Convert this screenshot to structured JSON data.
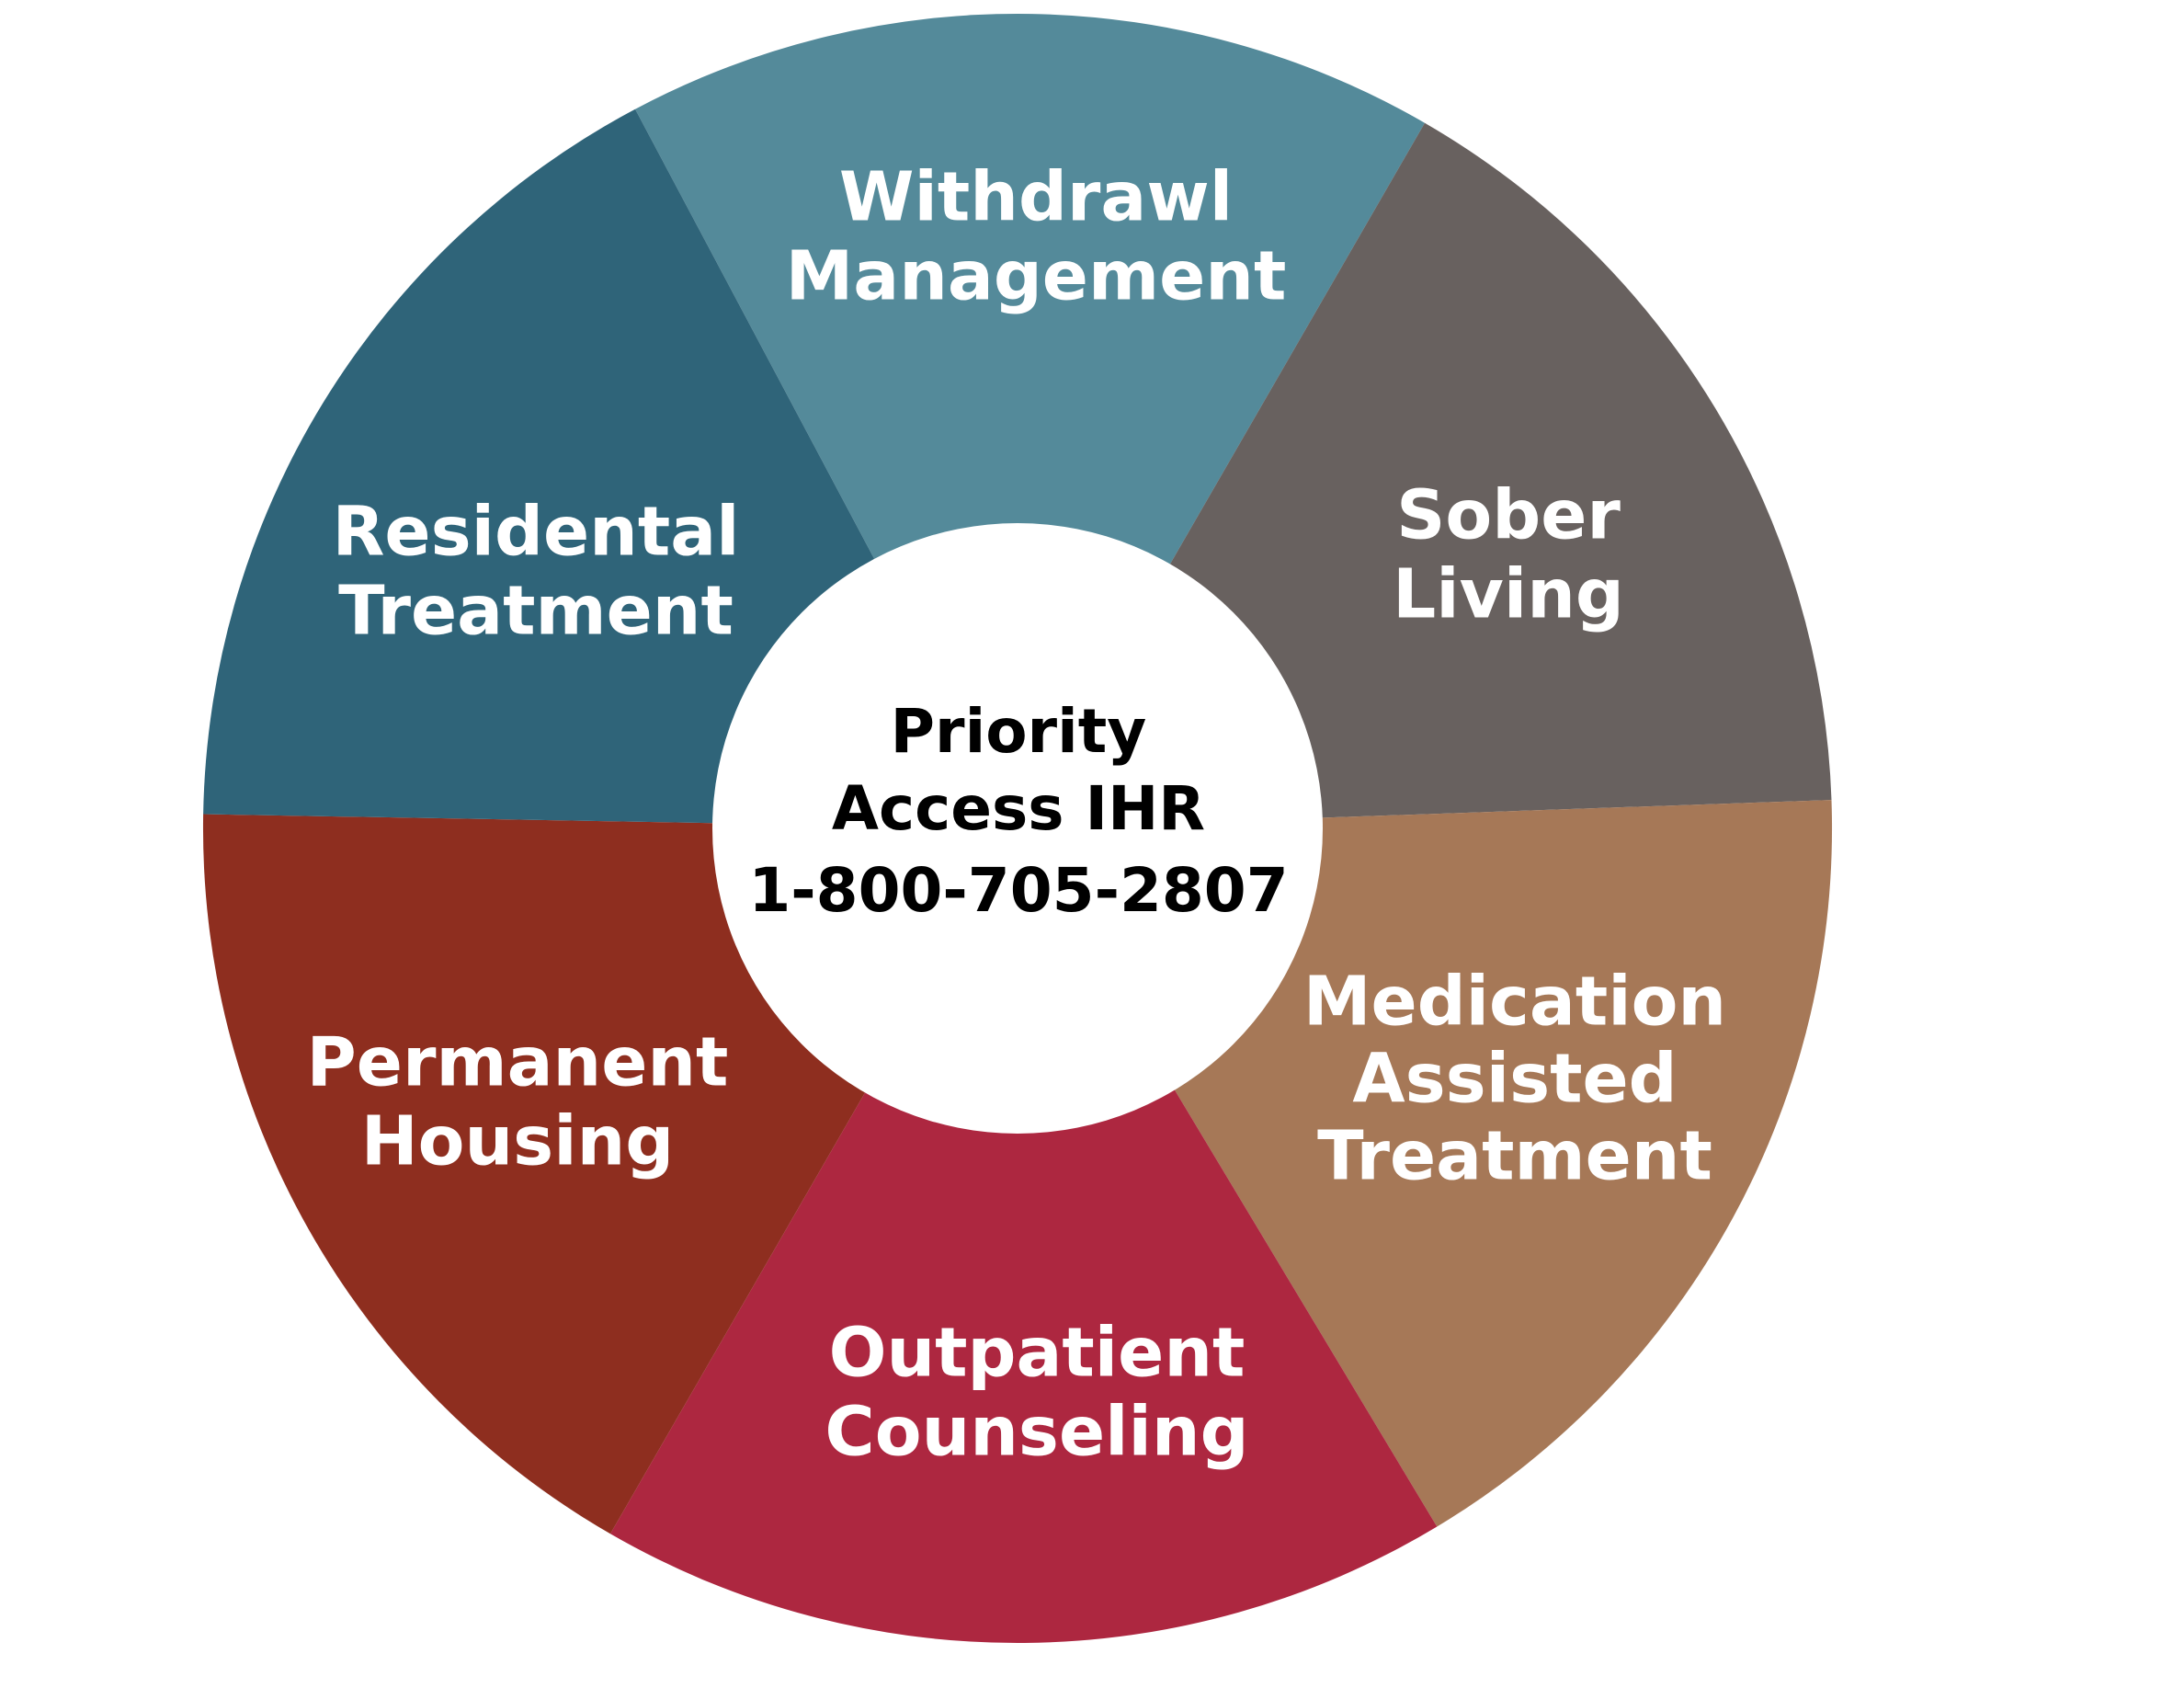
{
  "center": {
    "lines": [
      "Priority",
      "Access IHR",
      "1-800-705-2807"
    ],
    "background_color": "#ffffff",
    "text_color": "#000000"
  },
  "segments": [
    {
      "lines": [
        "Withdrawl",
        "Management"
      ],
      "color": "#548a9a"
    },
    {
      "lines": [
        "Sober",
        "Living"
      ],
      "color": "#68615f"
    },
    {
      "lines": [
        "Medication",
        "Assisted",
        "Treatment"
      ],
      "color": "#a67857"
    },
    {
      "lines": [
        "Outpatient",
        "Counseling"
      ],
      "color": "#ad2740"
    },
    {
      "lines": [
        "Permanent",
        "Housing"
      ],
      "color": "#8e2e1f"
    },
    {
      "lines": [
        "Residental",
        "Treatment"
      ],
      "color": "#2f6479"
    }
  ]
}
